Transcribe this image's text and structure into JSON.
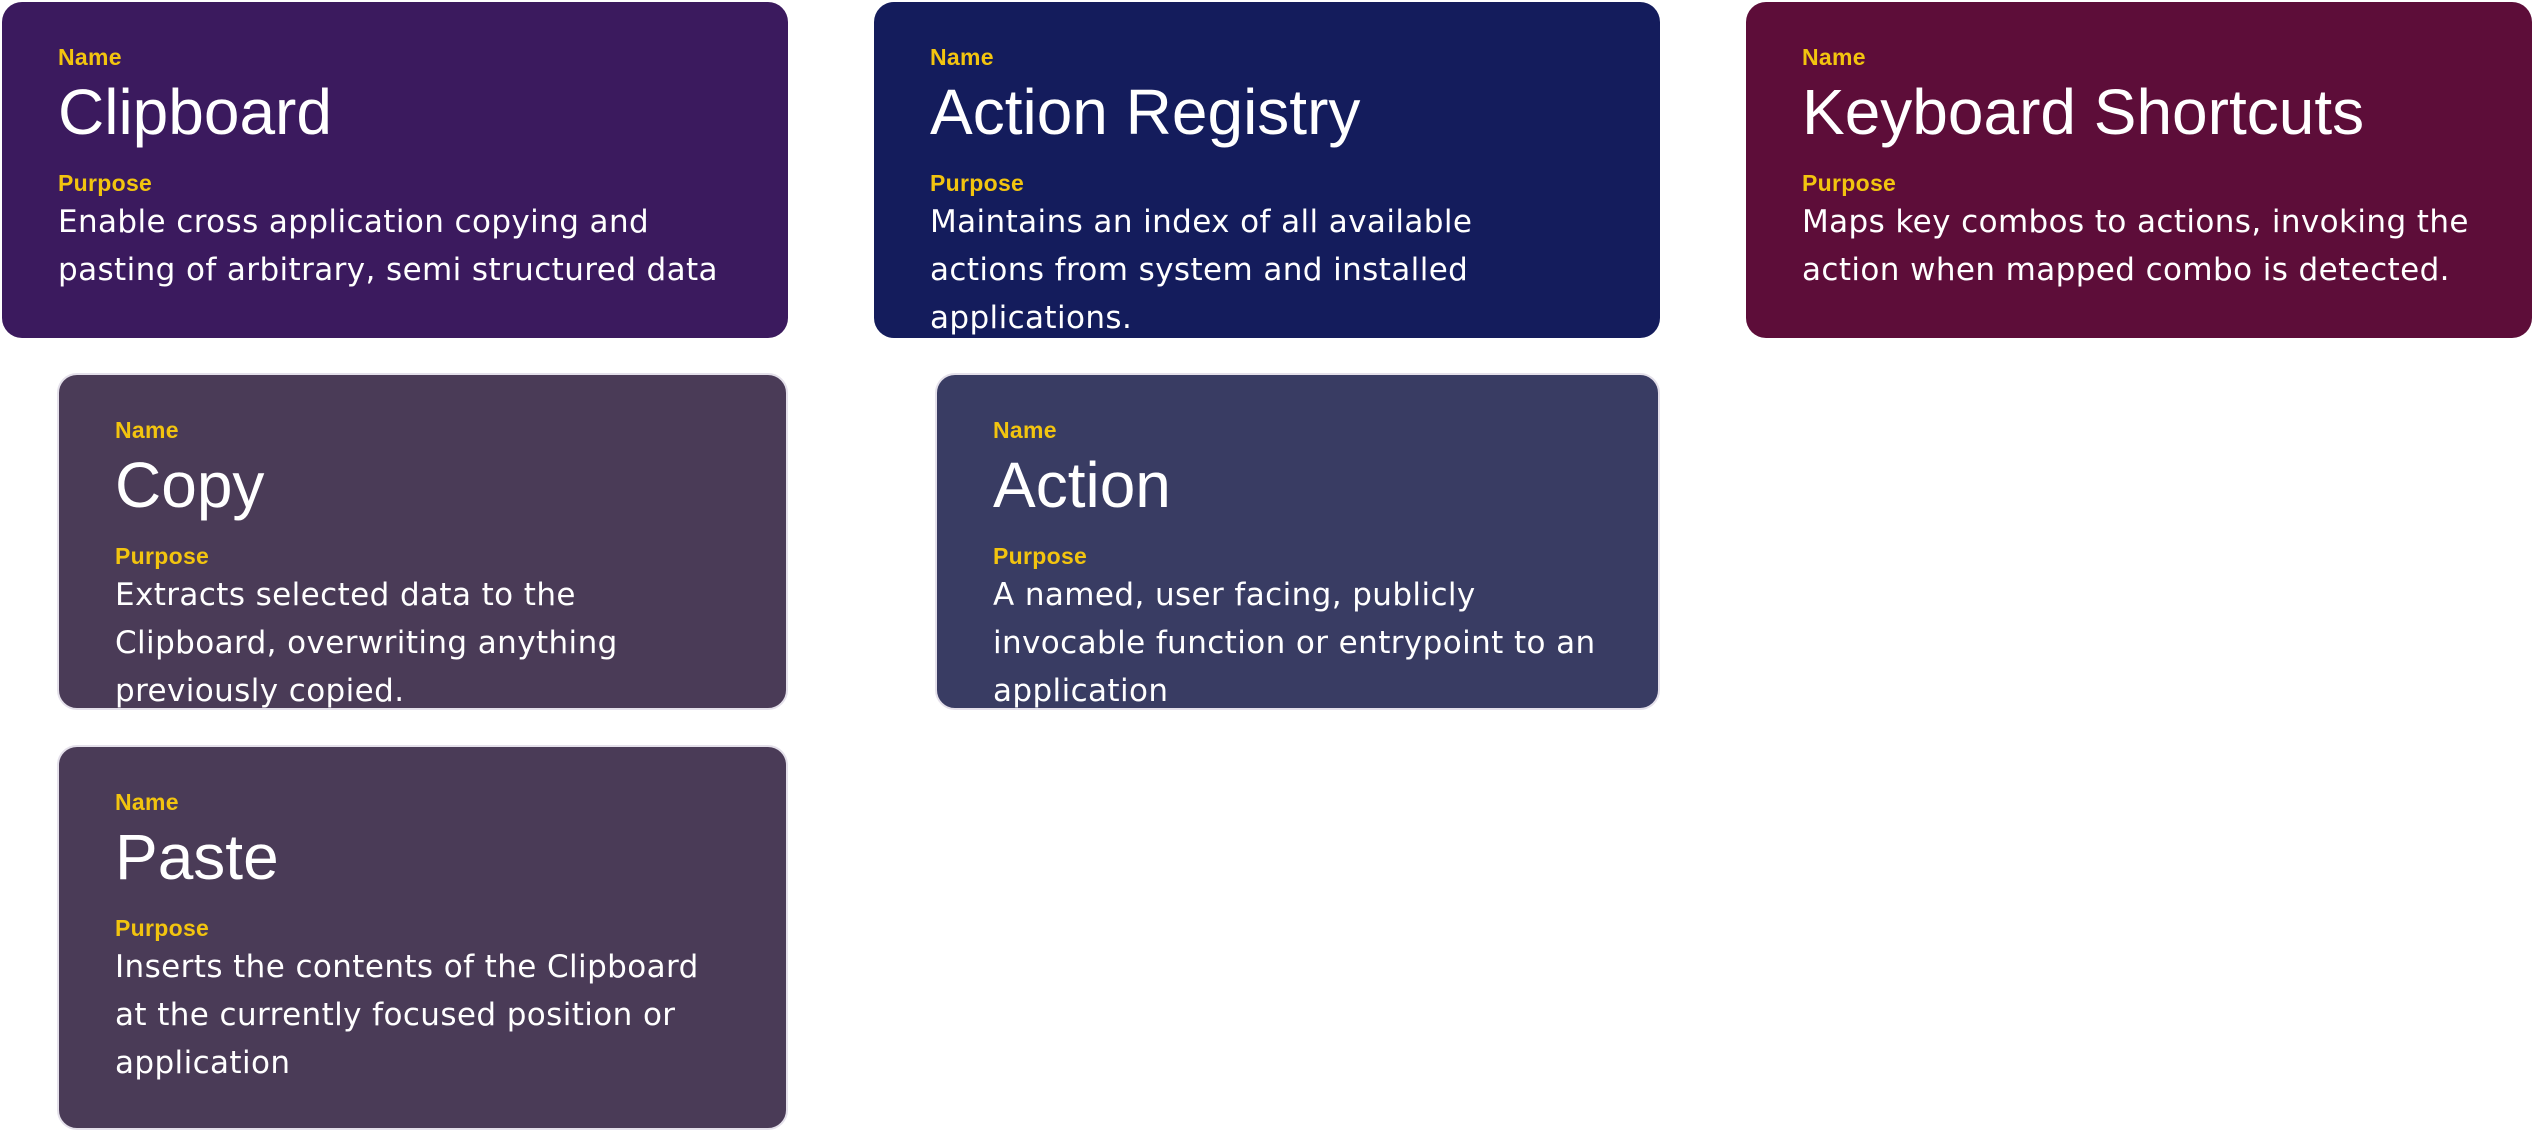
{
  "colors": {
    "label": "#f2c40f",
    "text": "#ffffff",
    "child_border": "#e4e0ea"
  },
  "labels": {
    "name": "Name",
    "purpose": "Purpose"
  },
  "cards": {
    "clipboard": {
      "name": "Clipboard",
      "purpose": "Enable cross application copying and pasting of arbitrary, semi structured data",
      "color": "#3b1a5e"
    },
    "action_registry": {
      "name": "Action Registry",
      "purpose": "Maintains an index of all available actions from system and installed applications.",
      "color": "#141c5c"
    },
    "keyboard_shortcuts": {
      "name": "Keyboard Shortcuts",
      "purpose": "Maps key combos to actions, invoking the action when mapped combo is detected.",
      "color": "#5d0d39"
    },
    "copy": {
      "name": "Copy",
      "purpose": "Extracts selected data to the Clipboard, overwriting anything previously copied.",
      "color": "#4a3b57"
    },
    "action": {
      "name": "Action",
      "purpose": "A named, user facing, publicly invocable function or entrypoint to an application",
      "color": "#393c63"
    },
    "paste": {
      "name": "Paste",
      "purpose": "Inserts the contents of the Clipboard at the currently focused position or application",
      "color": "#4a3b57"
    }
  }
}
